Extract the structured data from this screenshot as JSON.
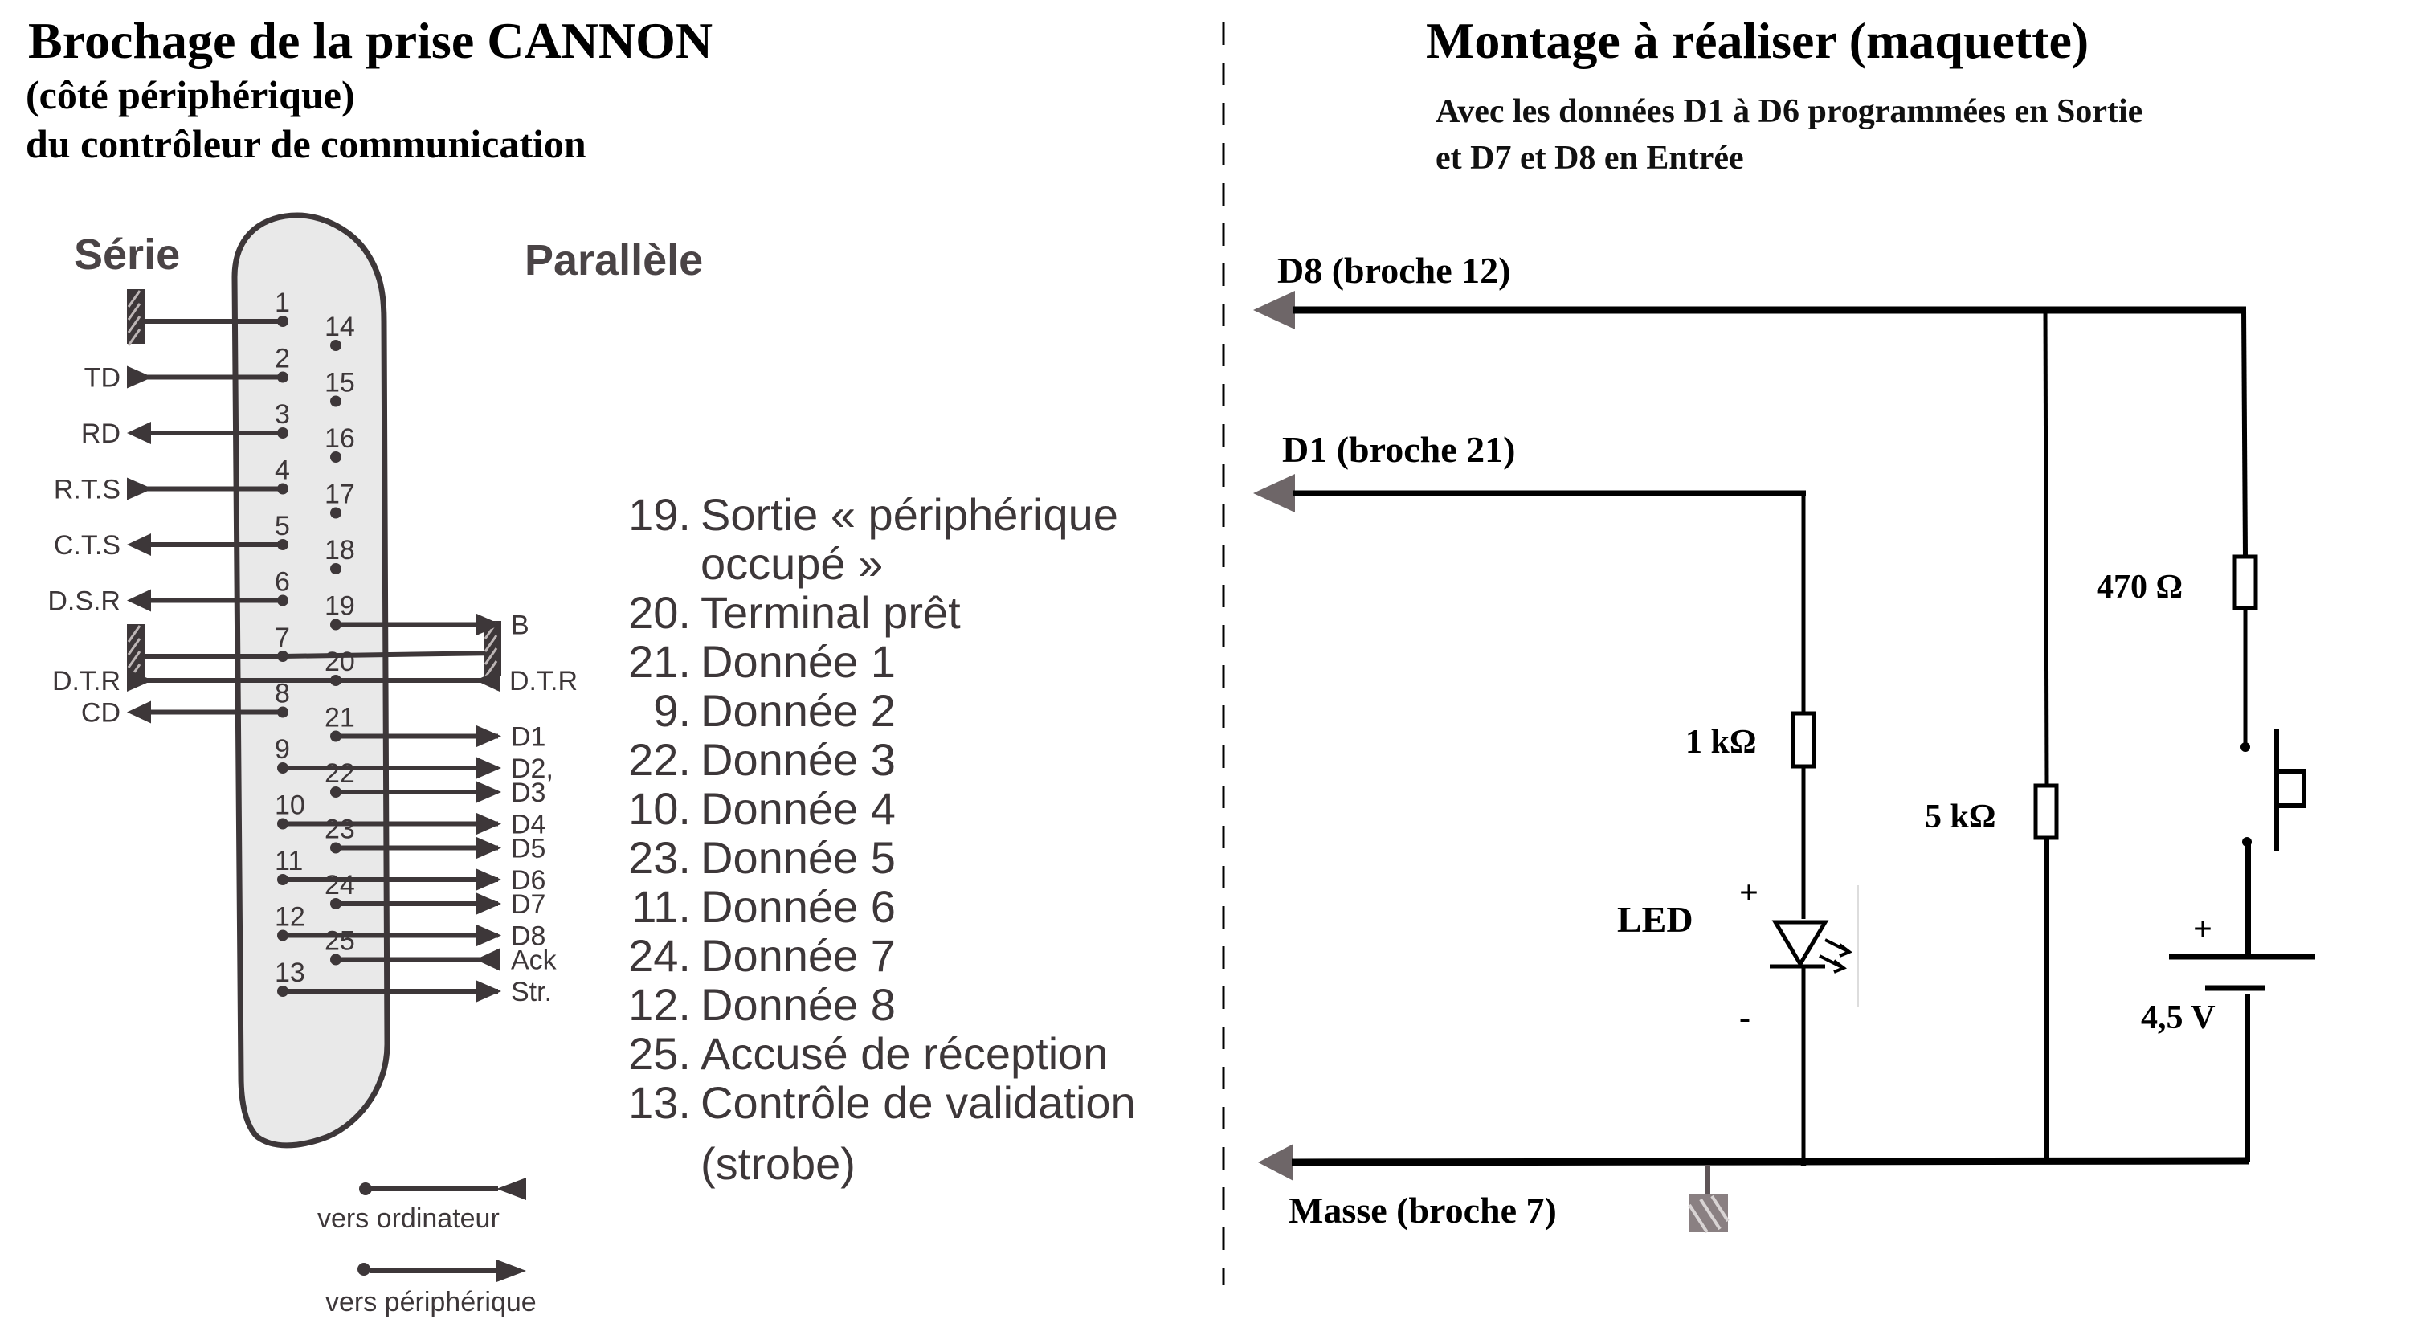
{
  "left_panel": {
    "title": "Brochage de la prise CANNON",
    "subtitle_1": "(côté périphérique)",
    "subtitle_2": "du contrôleur de communication",
    "serial_heading": "Série",
    "parallel_heading": "Parallèle",
    "left_pins": [
      {
        "pin": "1",
        "signal": "",
        "kind": "ground",
        "direction": "none"
      },
      {
        "pin": "2",
        "signal": "TD",
        "kind": "signal",
        "direction": "to-peripheral"
      },
      {
        "pin": "3",
        "signal": "RD",
        "kind": "signal",
        "direction": "to-computer"
      },
      {
        "pin": "4",
        "signal": "R.T.S",
        "kind": "signal",
        "direction": "to-peripheral"
      },
      {
        "pin": "5",
        "signal": "C.T.S",
        "kind": "signal",
        "direction": "to-computer"
      },
      {
        "pin": "6",
        "signal": "D.S.R",
        "kind": "signal",
        "direction": "to-computer"
      },
      {
        "pin": "7",
        "signal": "",
        "kind": "ground",
        "direction": "none"
      },
      {
        "pin": "8",
        "signal": "CD",
        "kind": "signal",
        "direction": "to-computer"
      },
      {
        "pin": "9",
        "signal": "D2,",
        "kind": "parallel",
        "direction": "to-peripheral"
      },
      {
        "pin": "10",
        "signal": "D4",
        "kind": "parallel",
        "direction": "to-peripheral"
      },
      {
        "pin": "11",
        "signal": "D6",
        "kind": "parallel",
        "direction": "to-peripheral"
      },
      {
        "pin": "12",
        "signal": "D8",
        "kind": "parallel",
        "direction": "to-peripheral"
      },
      {
        "pin": "13",
        "signal": "Str.",
        "kind": "parallel",
        "direction": "to-peripheral"
      }
    ],
    "right_pins": [
      {
        "pin": "14",
        "signal": "",
        "direction": "none"
      },
      {
        "pin": "15",
        "signal": "",
        "direction": "none"
      },
      {
        "pin": "16",
        "signal": "",
        "direction": "none"
      },
      {
        "pin": "17",
        "signal": "",
        "direction": "none"
      },
      {
        "pin": "18",
        "signal": "",
        "direction": "none"
      },
      {
        "pin": "19",
        "signal": "B",
        "direction": "to-peripheral"
      },
      {
        "pin": "20",
        "signal": "D.T.R",
        "direction": "to-computer",
        "serial_signal": "D.T.R"
      },
      {
        "pin": "21",
        "signal": "D1",
        "direction": "to-peripheral"
      },
      {
        "pin": "22",
        "signal": "D3",
        "direction": "to-peripheral"
      },
      {
        "pin": "23",
        "signal": "D5",
        "direction": "to-peripheral"
      },
      {
        "pin": "24",
        "signal": "D7",
        "direction": "to-peripheral"
      },
      {
        "pin": "25",
        "signal": "Ack",
        "direction": "to-computer"
      }
    ],
    "pin_legend": [
      {
        "num": "19.",
        "text": "Sortie « périphérique"
      },
      {
        "num": "",
        "text": "occupé »"
      },
      {
        "num": "20.",
        "text": "Terminal prêt"
      },
      {
        "num": "21.",
        "text": "Donnée 1"
      },
      {
        "num": "9.",
        "text": "Donnée 2"
      },
      {
        "num": "22.",
        "text": "Donnée 3"
      },
      {
        "num": "10.",
        "text": "Donnée 4"
      },
      {
        "num": "23.",
        "text": "Donnée 5"
      },
      {
        "num": "11.",
        "text": "Donnée 6"
      },
      {
        "num": "24.",
        "text": "Donnée 7"
      },
      {
        "num": "12.",
        "text": "Donnée 8"
      },
      {
        "num": "25.",
        "text": "Accusé de réception"
      },
      {
        "num": "13.",
        "text": "Contrôle de validation"
      },
      {
        "num": "",
        "text": "(strobe)"
      }
    ],
    "direction_key": {
      "to_computer": "vers ordinateur",
      "to_peripheral": "vers périphérique"
    }
  },
  "right_panel": {
    "title": "Montage à réaliser (maquette)",
    "note_line_1": "Avec les données D1 à D6 programmées en Sortie",
    "note_line_2": "et D7 et D8 en Entrée",
    "d8_label": "D8 (broche 12)",
    "d1_label": "D1 (broche 21)",
    "ground_label": "Masse (broche 7)",
    "r1_label": "1 kΩ",
    "r2_label": "5 kΩ",
    "r3_label": "470 Ω",
    "led_label": "LED",
    "led_plus": "+",
    "led_minus": "-",
    "battery_plus": "+",
    "battery_label": "4,5 V"
  }
}
